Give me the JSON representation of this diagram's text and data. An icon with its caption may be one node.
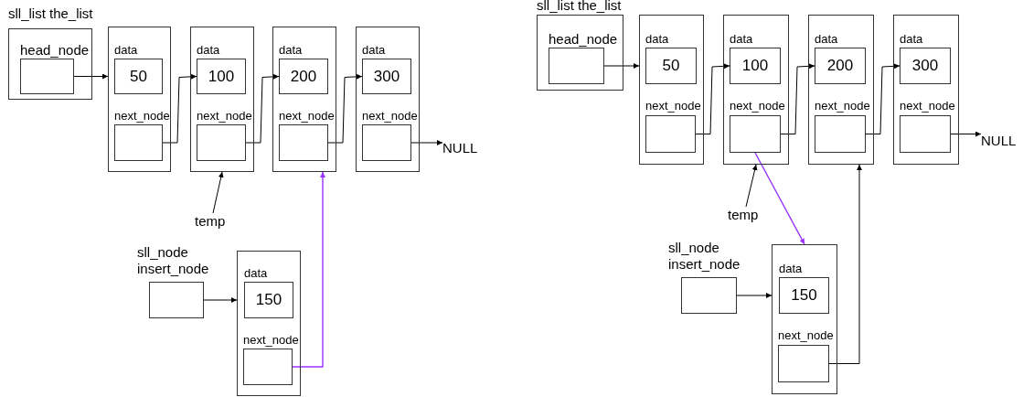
{
  "diagram": {
    "nodes": [
      {
        "text": [
          "sll_list the_list"
        ]
      },
      {
        "text": [
          "head_node"
        ],
        "in": 0
      },
      {
        "text": [],
        "shape": "box"
      },
      {
        "text": [
          "data",
          "50"
        ],
        "in": 2
      },
      {
        "text": [
          "next_node"
        ],
        "in": 2
      },
      {
        "text": [],
        "shape": "box"
      },
      {
        "text": [
          "data",
          "100"
        ],
        "in": 5
      },
      {
        "text": [
          "next_node"
        ],
        "in": 5
      },
      {
        "text": [],
        "shape": "box"
      },
      {
        "text": [
          "data",
          "200"
        ],
        "in": 8
      },
      {
        "text": [
          "next_node"
        ],
        "in": 8
      },
      {
        "text": [],
        "shape": "box"
      },
      {
        "text": [
          "data",
          "300"
        ],
        "in": 11
      },
      {
        "text": [
          "next_node"
        ],
        "in": 11
      },
      {
        "text": [
          "NULL"
        ]
      },
      {
        "text": [
          "temp"
        ]
      },
      {
        "text": [
          "sll_node insert_node"
        ]
      },
      {
        "text": [],
        "shape": "box"
      },
      {
        "text": [
          "data",
          "150"
        ],
        "in": 17
      },
      {
        "text": [
          "next_node"
        ],
        "in": 17
      },
      {
        "text": [
          "sll_list the_list"
        ]
      },
      {
        "text": [
          "head_node"
        ],
        "in": 20
      },
      {
        "text": [],
        "shape": "box"
      },
      {
        "text": [
          "data",
          "50"
        ],
        "in": 22
      },
      {
        "text": [
          "next_node"
        ],
        "in": 22
      },
      {
        "text": [],
        "shape": "box"
      },
      {
        "text": [
          "data",
          "100"
        ],
        "in": 25
      },
      {
        "text": [
          "next_node"
        ],
        "in": 25
      },
      {
        "text": [],
        "shape": "box"
      },
      {
        "text": [
          "data",
          "200"
        ],
        "in": 28
      },
      {
        "text": [
          "next_node"
        ],
        "in": 28
      },
      {
        "text": [],
        "shape": "box"
      },
      {
        "text": [
          "data",
          "300"
        ],
        "in": 31
      },
      {
        "text": [
          "next_node"
        ],
        "in": 31
      },
      {
        "text": [
          "NULL"
        ]
      },
      {
        "text": [
          "temp"
        ]
      },
      {
        "text": [
          "sll_node insert_node"
        ]
      },
      {
        "text": [],
        "shape": "box"
      },
      {
        "text": [
          "data",
          "150"
        ],
        "in": 37
      },
      {
        "text": [
          "next_node"
        ],
        "in": 37
      }
    ],
    "edges": [
      {
        "from": 1,
        "to": 2,
        "arrow": "to"
      },
      {
        "from": 4,
        "to": 6,
        "arrow": "to"
      },
      {
        "from": 7,
        "to": 9,
        "arrow": "to"
      },
      {
        "from": 10,
        "to": 12,
        "arrow": "to"
      },
      {
        "from": 13,
        "to": 14,
        "arrow": "to"
      },
      {
        "from": 15,
        "to": 5,
        "arrow": "to"
      },
      {
        "from": 16,
        "to": 17,
        "arrow": "to"
      },
      {
        "from": 19,
        "to": 8,
        "arrow": "to",
        "color": "#9933ff"
      },
      {
        "from": 21,
        "to": 22,
        "arrow": "to"
      },
      {
        "from": 24,
        "to": 26,
        "arrow": "to"
      },
      {
        "from": 27,
        "to": 29,
        "arrow": "to"
      },
      {
        "from": 30,
        "to": 32,
        "arrow": "to"
      },
      {
        "from": 33,
        "to": 34,
        "arrow": "to"
      },
      {
        "from": 35,
        "to": 25,
        "arrow": "to"
      },
      {
        "from": 36,
        "to": 37,
        "arrow": "to"
      },
      {
        "from": 27,
        "to": 37,
        "arrow": "to",
        "color": "#9933ff"
      },
      {
        "from": 39,
        "to": 28,
        "arrow": "to"
      }
    ]
  }
}
